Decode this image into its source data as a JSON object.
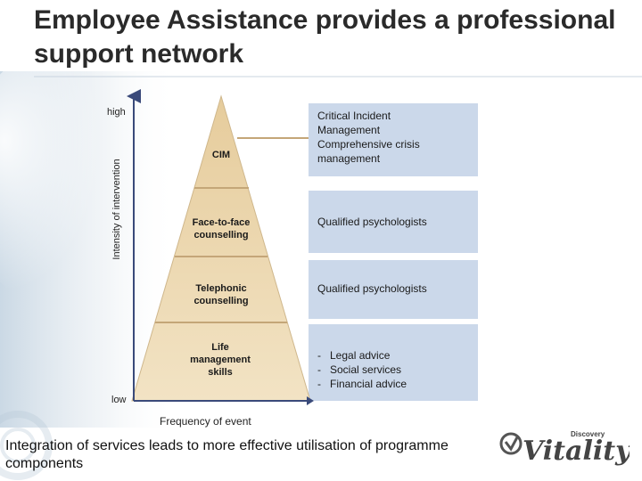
{
  "title": "Employee Assistance provides a professional support network",
  "y_axis": {
    "title": "Intensity of intervention",
    "high_label": "high",
    "low_label": "low"
  },
  "x_axis": {
    "title": "Frequency of event"
  },
  "tiers": [
    {
      "label": "CIM",
      "description": "Critical Incident Management Comprehensive crisis management"
    },
    {
      "label": "Face-to-face counselling",
      "description": "Qualified psychologists"
    },
    {
      "label": "Telephonic counselling",
      "description": "Qualified psychologists"
    },
    {
      "label": "Life management skills",
      "description_items": [
        "Legal advice",
        "Social services",
        "Financial advice"
      ]
    }
  ],
  "footer": "Integration of services leads to more effective utilisation of programme components",
  "logo": {
    "brand": "Vitality",
    "parent": "Discovery"
  },
  "colors": {
    "pyramid_fill": "#ecd9b4",
    "pyramid_stroke": "#cfb78c",
    "box_fill": "#cbd8ea",
    "connector": "#c4a678",
    "axis": "#3a4a7a"
  }
}
